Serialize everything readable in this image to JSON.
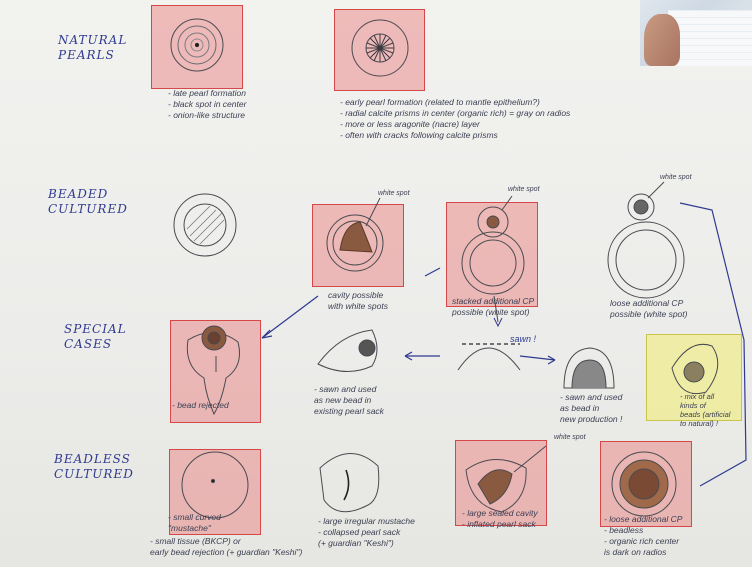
{
  "sections": {
    "natural": "NATURAL PEARLS",
    "beaded": "BEADED CULTURED",
    "special": "SPECIAL CASES",
    "beadless": "BEADLESS CULTURED"
  },
  "notes": {
    "natural_left": [
      "- late pearl formation",
      "- black spot in center",
      "- onion-like structure"
    ],
    "natural_right": [
      "- early pearl formation (related to mantle epithelium?)",
      "- radial calcite prisms in center (organic rich) = gray on radios",
      "- more or less aragonite (nacre) layer",
      "- often with cracks following calcite prisms"
    ],
    "white_spot_1": "white spot",
    "white_spot_2": "white spot",
    "white_spot_3": "white spot",
    "white_spot_4": "white spot",
    "cavity": [
      "cavity possible",
      "with white spots"
    ],
    "stacked": [
      "stacked additional CP",
      "possible (white spot)"
    ],
    "loose": [
      "loose additional CP",
      "possible (white spot)"
    ],
    "sawn_label": "sawn !",
    "bead_rejected": "- bead rejected",
    "sawn_used_left": [
      "- sawn and used",
      "as new bead in",
      "existing pearl sack"
    ],
    "sawn_used_right": [
      "- sawn and used",
      "as bead in",
      "new production !"
    ],
    "mix": [
      "- mix of all",
      "kinds of",
      "beads (artificial",
      "to natural) !"
    ],
    "small_curved": [
      "- small curved",
      "\"mustache\""
    ],
    "small_tissue": [
      "- small tissue (BKCP) or",
      "early bead rejection (+ guardian \"Keshi\")"
    ],
    "large_irregular": [
      "- large irregular mustache",
      "- collapsed pearl sack",
      "(+ guardian \"Keshi\")"
    ],
    "large_cavity": [
      "- large sealed cavity",
      "- inflated pearl sack"
    ],
    "loose_beadless": [
      "- loose additional CP",
      "- beadless",
      "- organic rich center",
      "is dark on radios"
    ]
  },
  "colors": {
    "ink_blue": "#2f3a8f",
    "pencil": "#3b3f52",
    "highlight_red": "#e87878",
    "highlight_yellow": "#efe96e"
  }
}
